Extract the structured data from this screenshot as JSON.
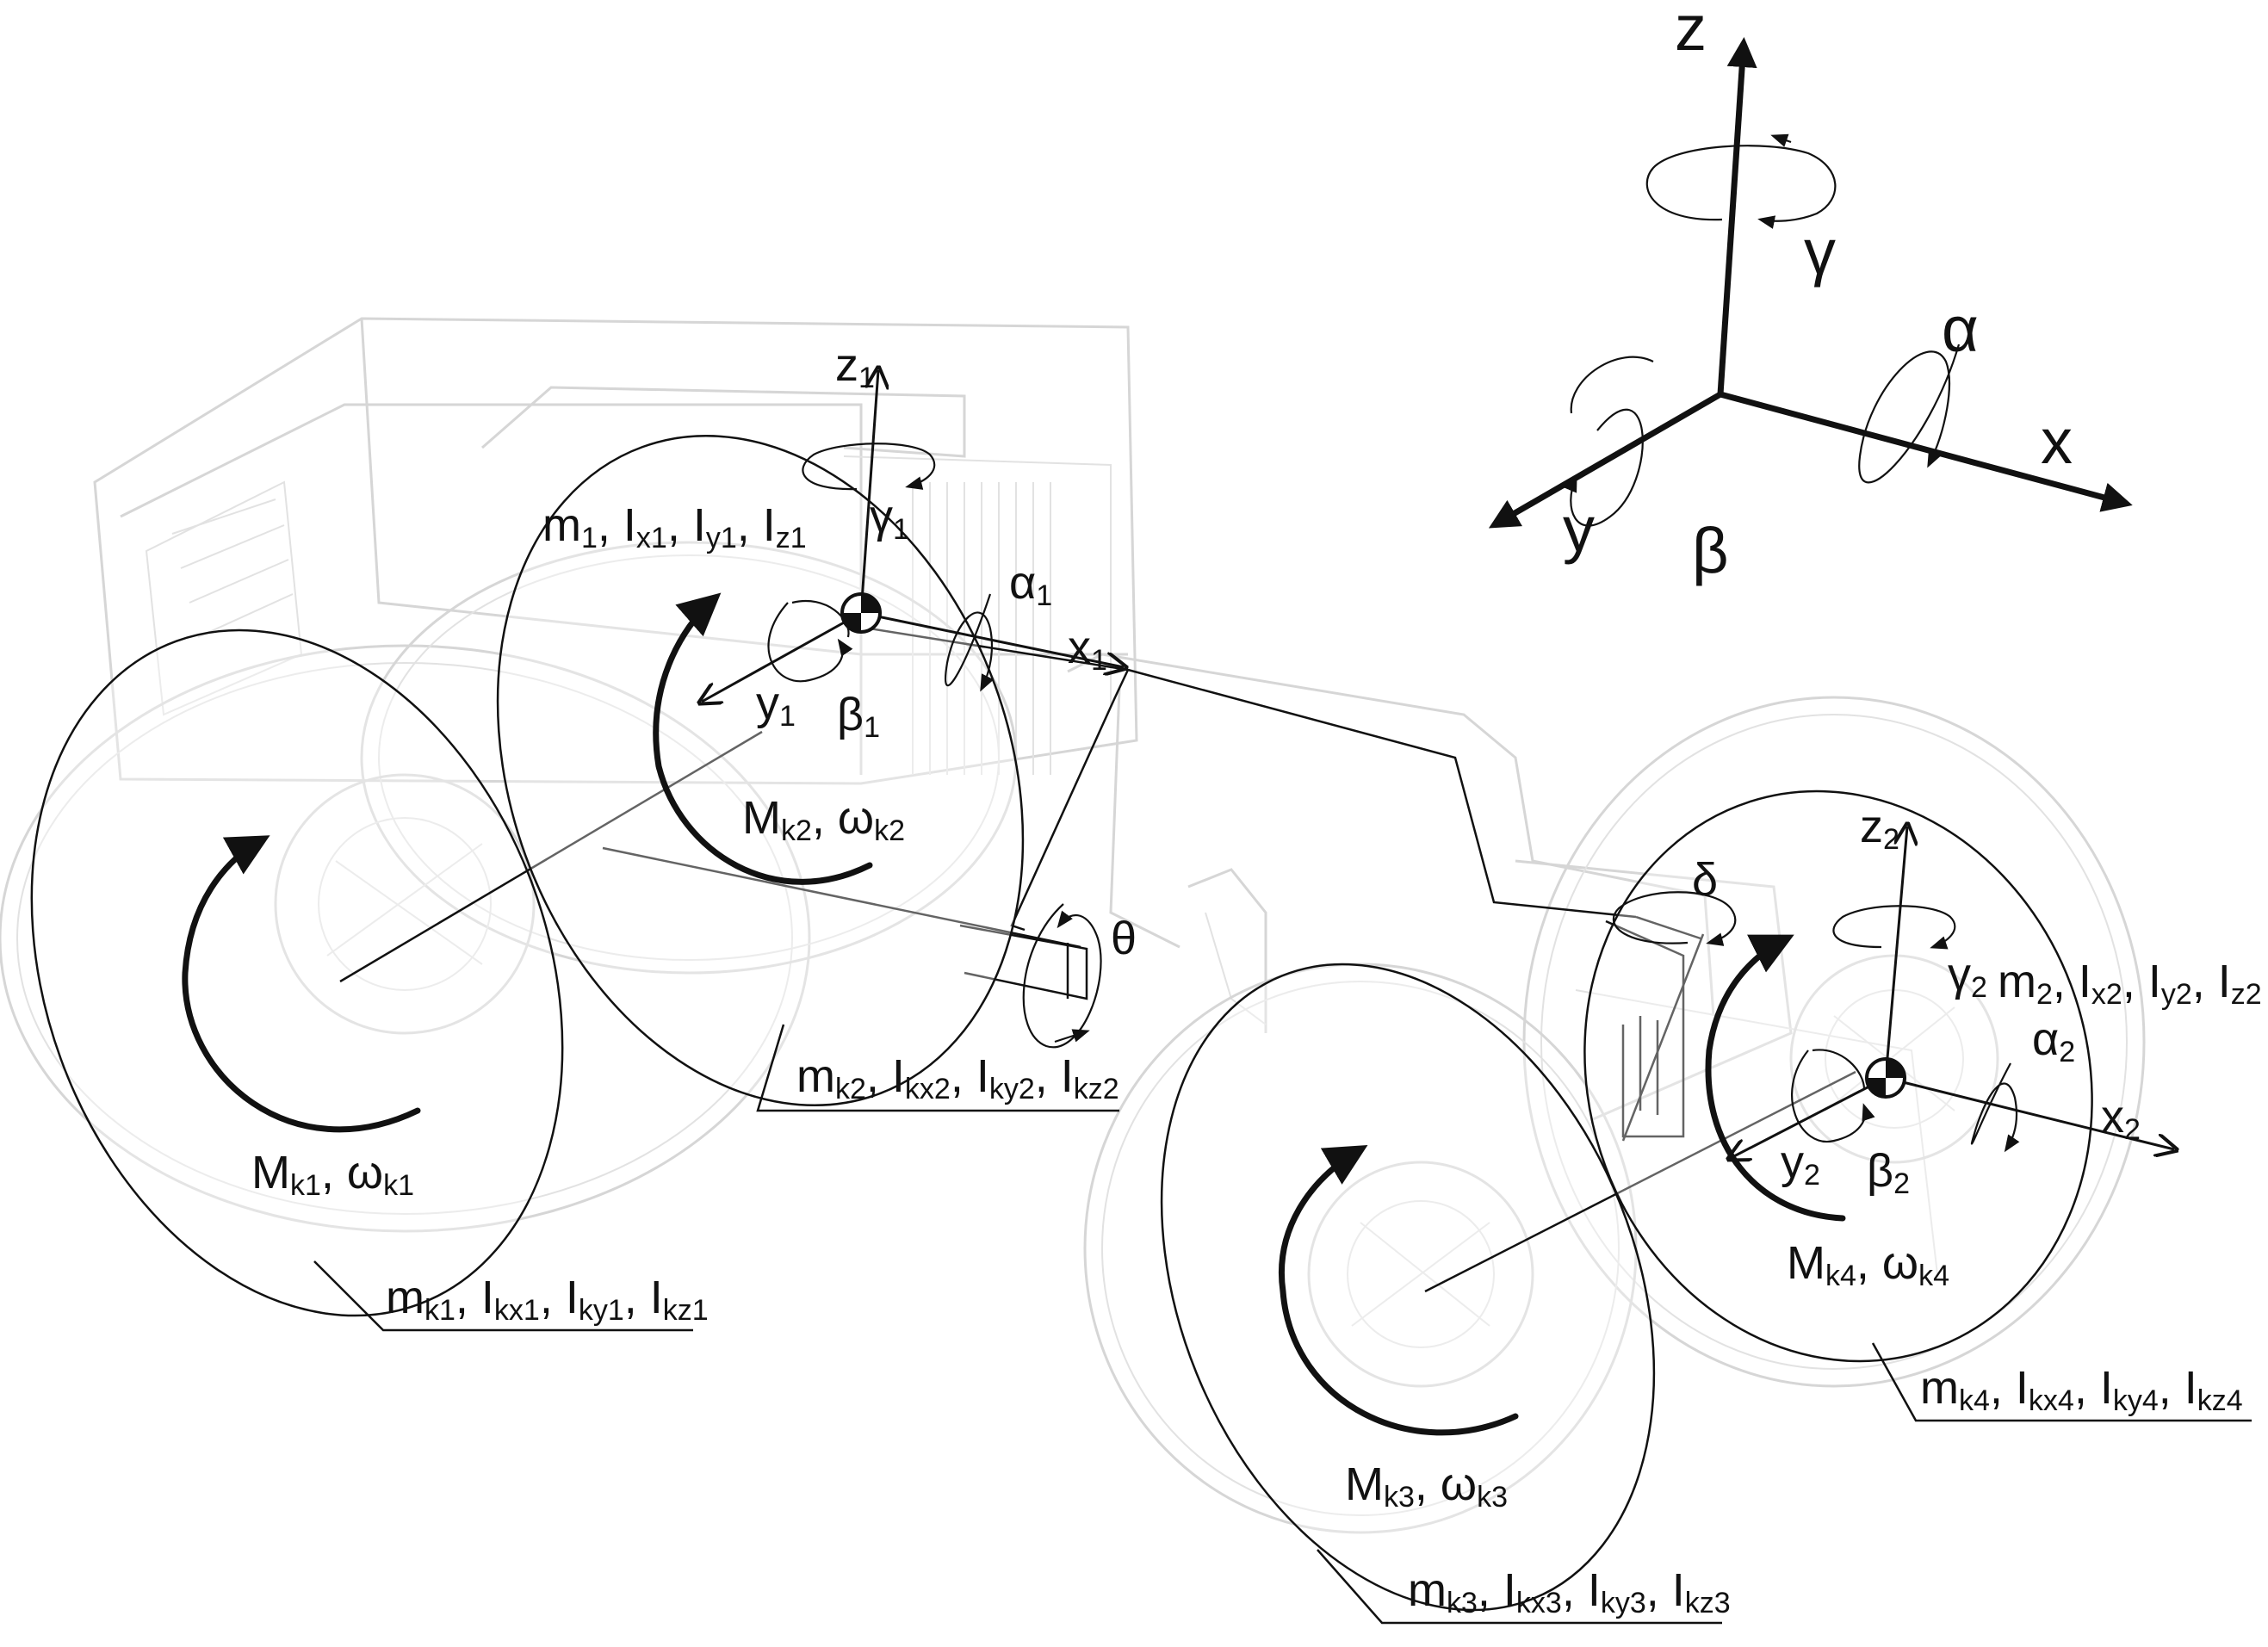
{
  "global_axes": {
    "x": "x",
    "y": "y",
    "z": "z",
    "alpha": "α",
    "beta": "β",
    "gamma": "γ"
  },
  "body1": {
    "z": "z",
    "z_sub": "1",
    "x": "x",
    "x_sub": "1",
    "y": "y",
    "y_sub": "1",
    "alpha": "α",
    "alpha_sub": "1",
    "beta": "β",
    "beta_sub": "1",
    "gamma": "γ",
    "gamma_sub": "1",
    "params": [
      {
        "t": "m"
      },
      {
        "s": "1"
      },
      {
        "t": ", I"
      },
      {
        "s": "x1"
      },
      {
        "t": ", I"
      },
      {
        "s": "y1"
      },
      {
        "t": ", I"
      },
      {
        "s": "z1"
      }
    ]
  },
  "body2": {
    "z": "z",
    "z_sub": "2",
    "x": "x",
    "x_sub": "2",
    "y": "y",
    "y_sub": "2",
    "alpha": "α",
    "alpha_sub": "2",
    "beta": "β",
    "beta_sub": "2",
    "gamma": "γ",
    "gamma_sub": "2",
    "params": [
      {
        "t": "m"
      },
      {
        "s": "2"
      },
      {
        "t": ", I"
      },
      {
        "s": "x2"
      },
      {
        "t": ", I"
      },
      {
        "s": "y2"
      },
      {
        "t": ", I"
      },
      {
        "s": "z2"
      }
    ]
  },
  "joint": {
    "theta": "θ",
    "delta": "δ"
  },
  "wheels": {
    "k1": {
      "moment": [
        {
          "t": "M"
        },
        {
          "s": "k1"
        },
        {
          "t": ", ω"
        },
        {
          "s": "k1"
        }
      ],
      "params": [
        {
          "t": "m"
        },
        {
          "s": "k1"
        },
        {
          "t": ", I"
        },
        {
          "s": "kx1"
        },
        {
          "t": ", I"
        },
        {
          "s": "ky1"
        },
        {
          "t": ", I"
        },
        {
          "s": "kz1"
        }
      ]
    },
    "k2": {
      "moment": [
        {
          "t": "M"
        },
        {
          "s": "k2"
        },
        {
          "t": ", ω"
        },
        {
          "s": "k2"
        }
      ],
      "params": [
        {
          "t": "m"
        },
        {
          "s": "k2"
        },
        {
          "t": ", I"
        },
        {
          "s": "kx2"
        },
        {
          "t": ", I"
        },
        {
          "s": "ky2"
        },
        {
          "t": ", I"
        },
        {
          "s": "kz2"
        }
      ]
    },
    "k3": {
      "moment": [
        {
          "t": "M"
        },
        {
          "s": "k3"
        },
        {
          "t": ", ω"
        },
        {
          "s": "k3"
        }
      ],
      "params": [
        {
          "t": "m"
        },
        {
          "s": "k3"
        },
        {
          "t": ", I"
        },
        {
          "s": "kx3"
        },
        {
          "t": ", I"
        },
        {
          "s": "ky3"
        },
        {
          "t": ", I"
        },
        {
          "s": "kz3"
        }
      ]
    },
    "k4": {
      "moment": [
        {
          "t": "M"
        },
        {
          "s": "k4"
        },
        {
          "t": ", ω"
        },
        {
          "s": "k4"
        }
      ],
      "params": [
        {
          "t": "m"
        },
        {
          "s": "k4"
        },
        {
          "t": ", I"
        },
        {
          "s": "kx4"
        },
        {
          "t": ", I"
        },
        {
          "s": "ky4"
        },
        {
          "t": ", I"
        },
        {
          "s": "kz4"
        }
      ]
    }
  }
}
